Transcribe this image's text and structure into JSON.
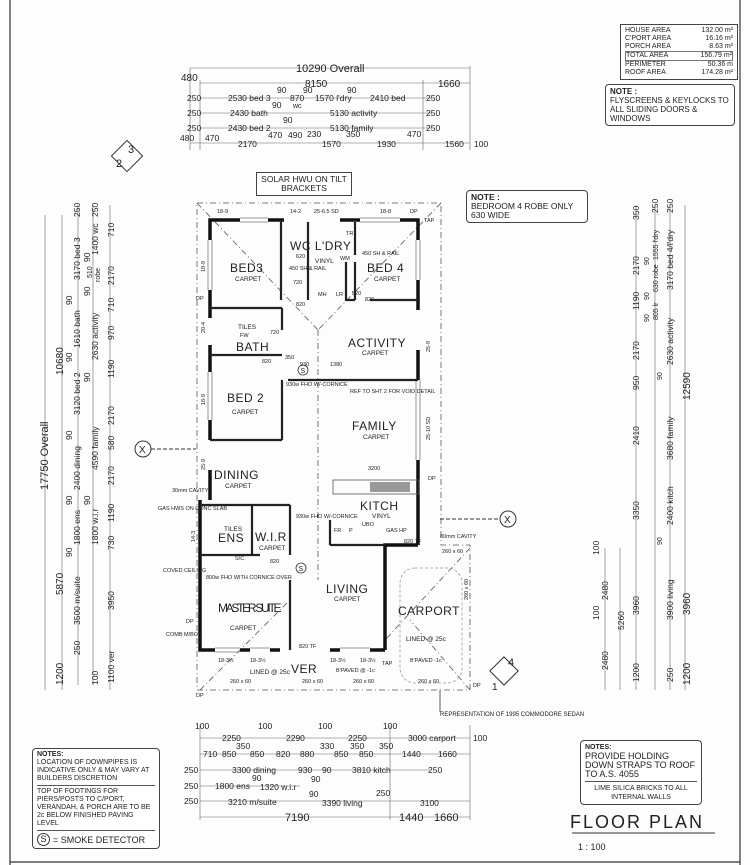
{
  "areas": {
    "rows": [
      {
        "label": "HOUSE AREA",
        "value": "132.00 m²"
      },
      {
        "label": "C'PORT AREA",
        "value": "16.16 m²"
      },
      {
        "label": "PORCH AREA",
        "value": "8.63 m²"
      },
      {
        "label": "TOTAL AREA",
        "value": "156.79 m²"
      },
      {
        "label": "PERIMETER",
        "value": "50.36 m"
      },
      {
        "label": "ROOF AREA",
        "value": "174.28 m²"
      }
    ]
  },
  "notes": {
    "top_right_title": "NOTE :",
    "top_right_text": "FLYSCREENS & KEYLOCKS TO ALL SLIDING DOORS & WINDOWS",
    "bed4_title": "NOTE :",
    "bed4_text": "BEDROOM 4 ROBE ONLY 630 WIDE",
    "solar": "SOLAR HWU ON TILT BRACKETS",
    "bl_title": "NOTES:",
    "bl_text1": "LOCATION OF DOWNPIPES IS INDICATIVE ONLY & MAY VARY AT BUILDERS DISCRETION",
    "bl_text2": "TOP OF FOOTINGS FOR PIERS/POSTS TO C/PORT, VERANDAH, & PORCH ARE TO BE 2c BELOW FINISHED PAVING LEVEL",
    "smoke_symbol": "S",
    "smoke_text": "= SMOKE DETECTOR",
    "br_title": "NOTES:",
    "br_text1": "PROVIDE HOLDING DOWN STRAPS TO ROOF TO A.S. 4055",
    "br_text2": "LIME SILICA BRICKS TO ALL INTERNAL WALLS",
    "car": "REPRESENTATION OF 1995 COMMODORE SEDAN"
  },
  "title": {
    "main": "FLOOR PLAN",
    "scale": "1 : 100"
  },
  "markers": {
    "s2": "2",
    "s3": "3",
    "x": "X",
    "s1": "1",
    "s4": "4"
  },
  "rooms": [
    {
      "name": "BED3",
      "floor": "CARPET"
    },
    {
      "name": "WC L'DRY",
      "floor": "VINYL"
    },
    {
      "name": "BED 4",
      "floor": "CARPET"
    },
    {
      "name": "BATH",
      "floor": "TILES"
    },
    {
      "name": "ACTIVITY",
      "floor": "CARPET"
    },
    {
      "name": "BED 2",
      "floor": "CARPET"
    },
    {
      "name": "FAMILY",
      "floor": "CARPET"
    },
    {
      "name": "DINING",
      "floor": "CARPET"
    },
    {
      "name": "KITCH",
      "floor": "VINYL"
    },
    {
      "name": "ENS",
      "floor": "TILES"
    },
    {
      "name": "W.I.R",
      "floor": "CARPET"
    },
    {
      "name": "LIVING",
      "floor": "CARPET"
    },
    {
      "name": "MASTER SUITE",
      "floor": "CARPET"
    },
    {
      "name": "CARPORT",
      "floor": "LINED @ 25c"
    },
    {
      "name": "VER",
      "floor": "LINED @ 25c"
    }
  ],
  "labels": [
    "18-9",
    "14-2",
    "25-6.5 SD",
    "18-8",
    "DP",
    "TAP",
    "18-9",
    "DP",
    "20-4",
    "25-9",
    "18-9",
    "25-9",
    "25-10 SD",
    "DP",
    "14-3",
    "COVED CEILING",
    "DP",
    "COMB M/BOX",
    "18-3½",
    "18-3½",
    "18-3½",
    "18-3½",
    "TAP",
    "B'PAVED @ -1c",
    "260 x 60",
    "260 x 60",
    "260 x 60",
    "260 x 60",
    "DP",
    "DP",
    "260 x 60",
    "260 x 60",
    "B'PAVED -1c",
    "80mm CAVITY",
    "30mm CAVITY",
    "GAS HWS ON CONC SLAB",
    "930w FHO W/-CORNICE",
    "REF TO SHT 2 FOR VOID DETAIL",
    "930w FHO W/-CORNICE",
    "800w FHO WITH CORNICE OVER",
    "3200",
    "930",
    "1380",
    "350",
    "820",
    "820",
    "820",
    "820",
    "620",
    "720",
    "720",
    "520",
    "820 TF",
    "820 TF",
    "FR",
    "P",
    "UBO",
    "GAS HP",
    "MH",
    "LR",
    "450 SH & RAIL",
    "450 SH & RAIL",
    "FW",
    "TR",
    "WM",
    "S/C"
  ],
  "dims_top": {
    "r0": [
      "10290 Overall"
    ],
    "r1": [
      "480",
      "8150",
      "1660"
    ],
    "r2": [
      "250",
      "2530 bed 3",
      "90",
      "870",
      "wc",
      "90",
      "1570 l'dry",
      "90",
      "2410 bed",
      "250"
    ],
    "r3": [
      "250",
      "2430 bath",
      "90",
      "5130 activity",
      "250"
    ],
    "r4": [
      "250",
      "2430 bed 2",
      "90",
      "5130 family",
      "250"
    ],
    "r5": [
      "480",
      "470",
      "2170",
      "470",
      "490",
      "230",
      "1570",
      "350",
      "1930",
      "470",
      "1560",
      "100"
    ]
  },
  "dims_bottom": {
    "r0": [
      "100",
      "2250",
      "100",
      "2290",
      "100",
      "2250",
      "100",
      "3000 carport",
      "100"
    ],
    "r1": [
      "710",
      "850",
      "350",
      "850",
      "820",
      "880",
      "330",
      "850",
      "350",
      "850",
      "350",
      "1440",
      "1660"
    ],
    "r2": [
      "250",
      "3300 dining",
      "930",
      "90",
      "3810 kitch",
      "250"
    ],
    "r3": [
      "250",
      "1800 ens",
      "90",
      "1320 w.i.r",
      "90"
    ],
    "r4": [
      "250",
      "3210 m/suite",
      "90",
      "3390 living",
      "250",
      "3100"
    ],
    "r5": [
      "7190",
      "1440",
      "1660"
    ]
  },
  "dims_left": {
    "c0": [
      "17750 Overall"
    ],
    "c1": [
      "10680",
      "5870",
      "1200"
    ],
    "c2": [
      "250",
      "3170 bed 3",
      "90",
      "1610 bath",
      "90",
      "3120 bed 2",
      "90",
      "2400 dining",
      "90",
      "1800 ens",
      "90",
      "3500 m/suite",
      "250"
    ],
    "c3": [
      "250",
      "1400 wc",
      "90",
      "510",
      "robe",
      "90",
      "2630 activity",
      "90",
      "4590 family",
      "90",
      "1800 w.i.r",
      "100"
    ],
    "c4": [
      "710",
      "2170",
      "710",
      "970",
      "1190",
      "2170",
      "580",
      "2170",
      "1190",
      "730",
      "3950",
      "1100 ver"
    ]
  },
  "dims_right": {
    "c0": [
      "2480",
      "100",
      "2480",
      "100"
    ],
    "c1": [
      "5260"
    ],
    "c2": [
      "350",
      "2170",
      "1190",
      "2170",
      "950",
      "2410",
      "3350",
      "3960",
      "1200"
    ],
    "c3": [
      "250",
      "250",
      "1555 l'dry",
      "90",
      "630 robe",
      "90",
      "805 lr",
      "90",
      "90",
      "90"
    ],
    "c4": [
      "3170 bed 4/l'dry",
      "2630 activity",
      "3680 family",
      "2400 kitch",
      "3900 living",
      "250"
    ],
    "c5": [
      "12590",
      "3960",
      "1200"
    ]
  }
}
